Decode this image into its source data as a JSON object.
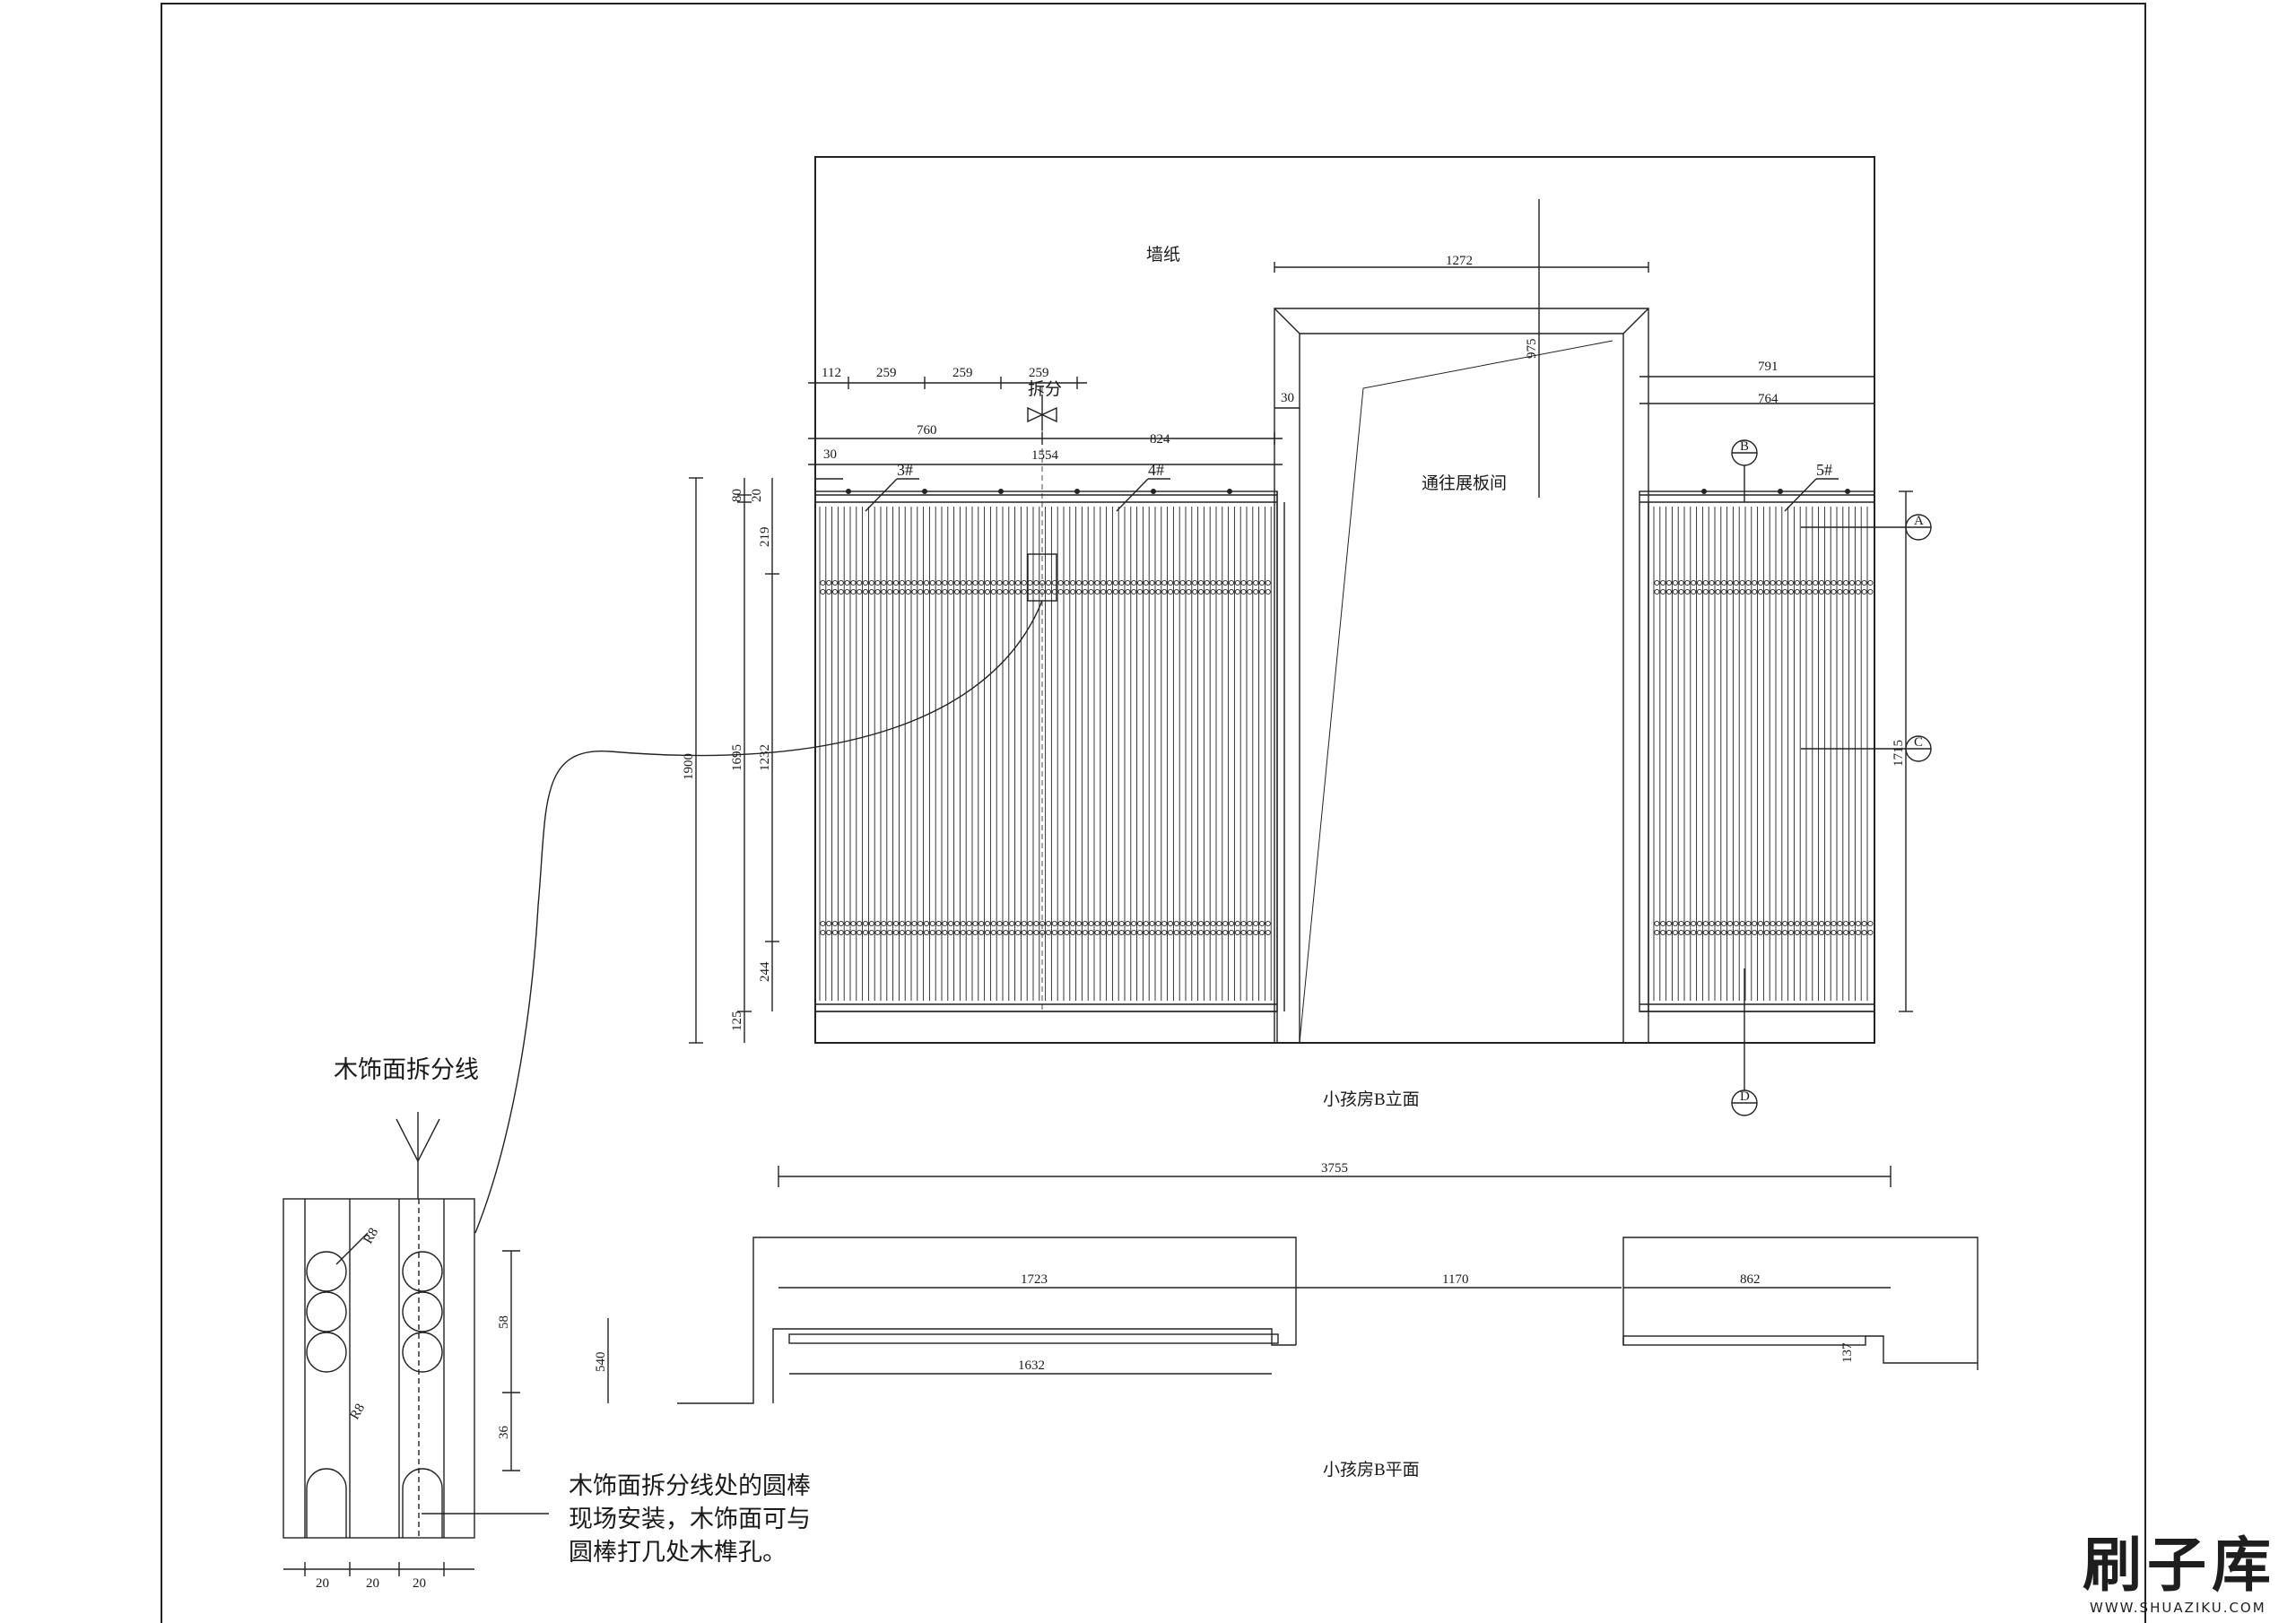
{
  "drawing": {
    "elevation_title": "小孩房B立面",
    "plan_title": "小孩房B平面",
    "wallpaper_label": "墙纸",
    "door_label": "通往展板间",
    "split_label": "拆分",
    "detail_title": "木饰面拆分线",
    "note_lines": [
      "木饰面拆分线处的圆棒",
      "现场安装，木饰面可与",
      "圆棒打几处木榫孔。"
    ],
    "panel_tags": [
      "3#",
      "4#",
      "5#"
    ],
    "section_marks": [
      "B",
      "A",
      "C",
      "D"
    ]
  },
  "dimensions": {
    "top_segments": [
      "112",
      "259",
      "259",
      "259"
    ],
    "left_segments": [
      "760",
      "824"
    ],
    "left_total": "1554",
    "small_30a": "30",
    "small_30b": "30",
    "door_width": "1272",
    "door_height": "975",
    "right_a": "791",
    "right_b": "764",
    "vert_total": "1900",
    "vert_1695": "1695",
    "vert_80": "80",
    "vert_20": "20",
    "vert_219": "219",
    "vert_1232": "1232",
    "vert_244": "244",
    "vert_125": "125",
    "right_height": "1715",
    "plan_total": "3755",
    "plan_1723": "1723",
    "plan_1170": "1170",
    "plan_862": "862",
    "plan_1632": "1632",
    "plan_540": "540",
    "plan_137": "137",
    "detail_58": "58",
    "detail_36": "36",
    "detail_r8a": "R8",
    "detail_r8b": "R8",
    "detail_bottom": [
      "20",
      "20",
      "20"
    ]
  },
  "watermark": {
    "main": "刷子库",
    "sub": "WWW.SHUAZIKU.COM"
  }
}
